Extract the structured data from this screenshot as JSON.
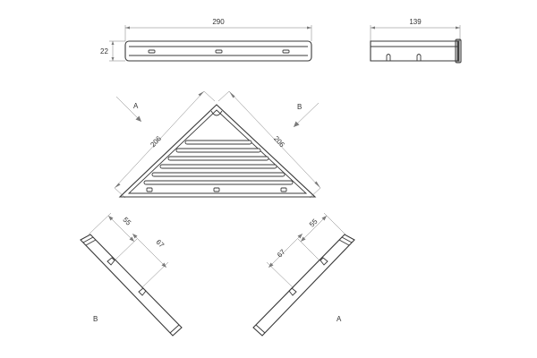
{
  "colors": {
    "line": "#3a3a3a",
    "dimension": "#7a7a7a",
    "text": "#333333",
    "background": "#ffffff"
  },
  "dimensions": {
    "front_width": "290",
    "front_height": "22",
    "side_depth": "139",
    "corner_side_left": "206",
    "corner_side_right": "206",
    "section_b_55": "55",
    "section_b_67": "67",
    "section_a_55": "55",
    "section_a_67": "67"
  },
  "views": {
    "arrow_a": "A",
    "arrow_b": "B",
    "section_b": "B",
    "section_a": "A"
  }
}
